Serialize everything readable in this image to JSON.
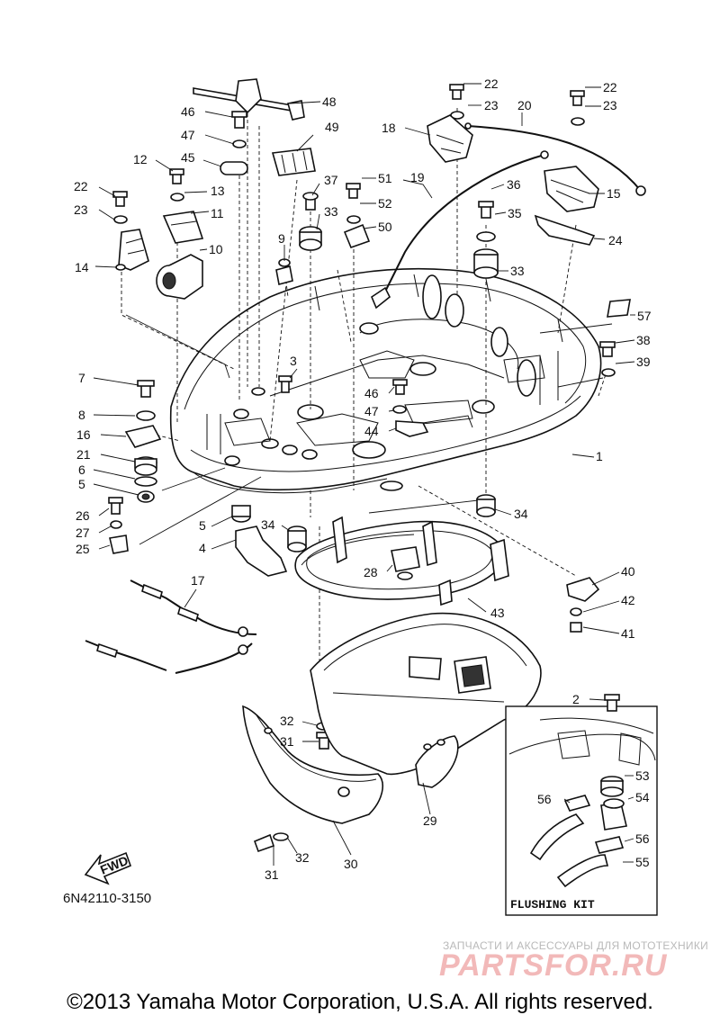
{
  "diagram_code": "6N42110-3150",
  "copyright": "©2013 Yamaha Motor Corporation, U.S.A. All rights reserved.",
  "watermark": {
    "tagline": "ЗАПЧАСТИ И АКСЕССУАРЫ ДЛЯ МОТОТЕХНИКИ",
    "logo": "PARTSFOR.RU"
  },
  "fwd_label": "FWD",
  "inset_title": "FLUSHING KIT",
  "callouts": {
    "c1": "1",
    "c2": "2",
    "c3": "3",
    "c4": "4",
    "c5a": "5",
    "c5b": "5",
    "c6": "6",
    "c7": "7",
    "c8": "8",
    "c9": "9",
    "c10": "10",
    "c11": "11",
    "c12": "12",
    "c13": "13",
    "c14": "14",
    "c15": "15",
    "c16": "16",
    "c17": "17",
    "c18": "18",
    "c19": "19",
    "c20": "20",
    "c21": "21",
    "c22a": "22",
    "c22b": "22",
    "c22c": "22",
    "c23a": "23",
    "c23b": "23",
    "c23c": "23",
    "c24": "24",
    "c25": "25",
    "c26": "26",
    "c27": "27",
    "c28": "28",
    "c29": "29",
    "c30": "30",
    "c31a": "31",
    "c31b": "31",
    "c32a": "32",
    "c32b": "32",
    "c33a": "33",
    "c33b": "33",
    "c34a": "34",
    "c34b": "34",
    "c35": "35",
    "c36": "36",
    "c37": "37",
    "c38": "38",
    "c39": "39",
    "c40": "40",
    "c41": "41",
    "c42": "42",
    "c43": "43",
    "c44": "44",
    "c45": "45",
    "c46a": "46",
    "c46b": "46",
    "c47a": "47",
    "c47b": "47",
    "c48": "48",
    "c49": "49",
    "c50": "50",
    "c51": "51",
    "c52": "52",
    "c53": "53",
    "c54": "54",
    "c55": "55",
    "c56a": "56",
    "c56b": "56",
    "c57": "57"
  }
}
